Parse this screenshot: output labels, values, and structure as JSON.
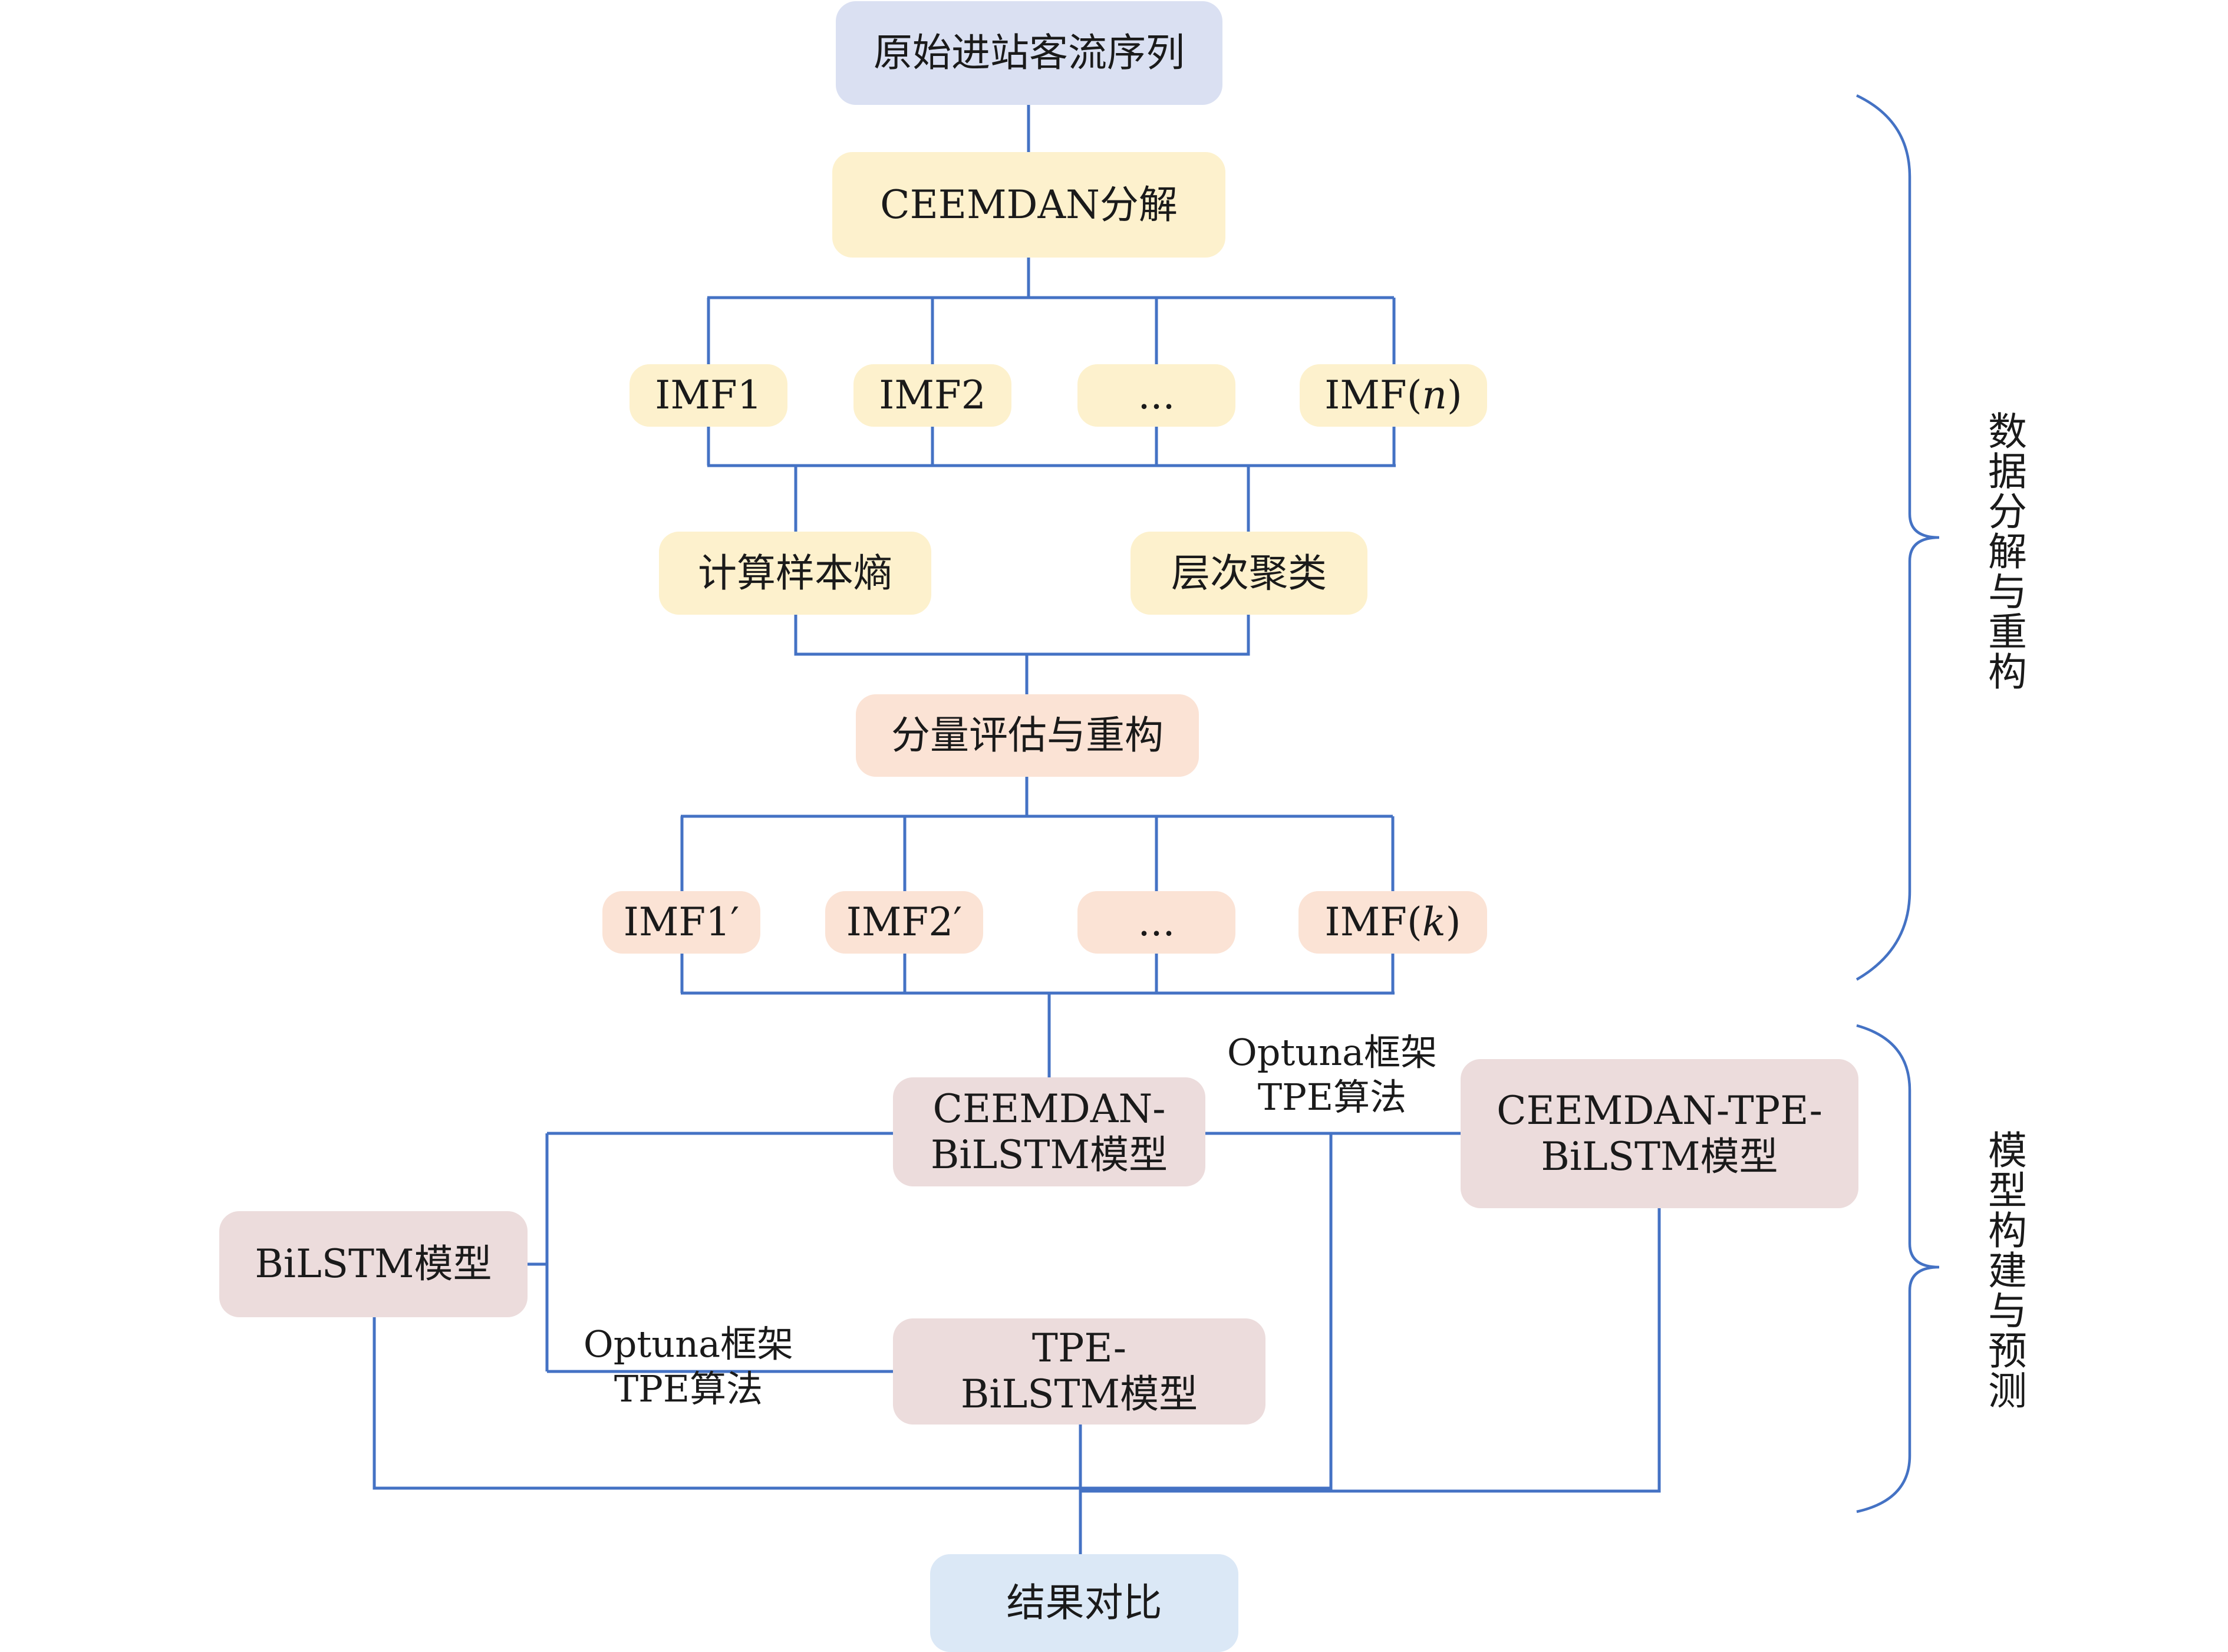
{
  "nodes": {
    "source": "原始进站客流序列",
    "ceemdan": "CEEMDAN分解",
    "imf1": "IMF1",
    "imf2": "IMF2",
    "imf_dots": "...",
    "imf_n_prefix": "IMF(",
    "imf_n_var": "n",
    "imf_n_suffix": ")",
    "entropy": "计算样本熵",
    "cluster": "层次聚类",
    "reconstruct": "分量评估与重构",
    "imf1p": "IMF1′",
    "imf2p": "IMF2′",
    "imfp_dots": "...",
    "imf_k_prefix": "IMF(",
    "imf_k_var": "k",
    "imf_k_suffix": ")",
    "bilstm": "BiLSTM模型",
    "ceemdan_bilstm_l1": "CEEMDAN-",
    "ceemdan_bilstm_l2": "BiLSTM模型",
    "tpe_bilstm_l1": "TPE-",
    "tpe_bilstm_l2": "BiLSTM模型",
    "full_l1": "CEEMDAN-TPE-",
    "full_l2": "BiLSTM模型",
    "result": "结果对比"
  },
  "edge_labels": {
    "upper_l1": "Optuna框架",
    "upper_l2": "TPE算法",
    "lower_l1": "Optuna框架",
    "lower_l2": "TPE算法"
  },
  "brackets": {
    "top": "数据分解与重构",
    "bottom": "模型构建与预测"
  },
  "colors": {
    "line": "#4472c4",
    "source_fill": "#dae0f2",
    "decomp_fill": "#fdf1cd",
    "recon_fill": "#fbe3d5",
    "model_fill": "#ecdcdc",
    "result_fill": "#dbe8f6"
  }
}
